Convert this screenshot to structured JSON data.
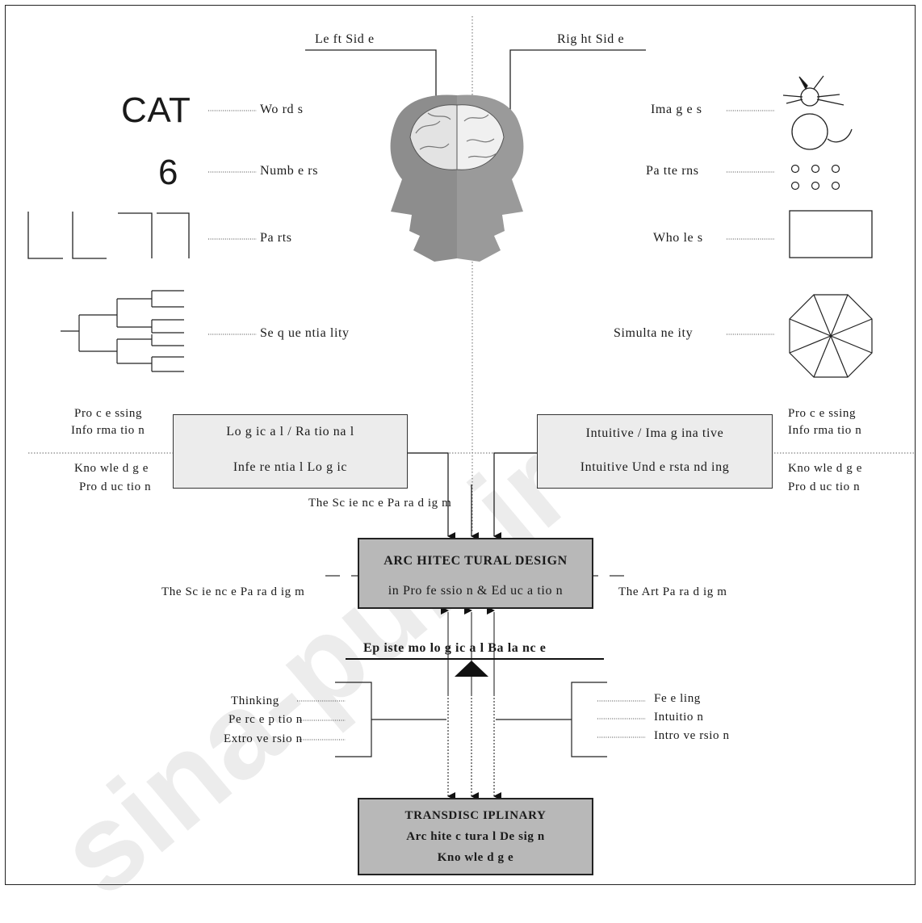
{
  "colors": {
    "box_light": "#ececec",
    "box_dark": "#b8b8b8",
    "head_gray": "#8a8a8a",
    "line": "#222222"
  },
  "watermark": {
    "text": "sina-pub.ir"
  },
  "hemispheres": {
    "left": "Le ft Sid e",
    "right": "Rig ht Sid e"
  },
  "left_column": {
    "words_symbol": "CAT",
    "words": "Wo rd s",
    "numbers_symbol": "6",
    "numbers": "Numb e rs",
    "parts": "Pa rts",
    "sequentiality": "Se q ue ntia lity"
  },
  "right_column": {
    "images": "Ima g e s",
    "patterns": "Pa tte rns",
    "wholes": "Who le s",
    "simultaneity": "Simulta ne ity"
  },
  "left_box": {
    "top": "Lo g ic a l / Ra tio na l",
    "bottom": "Infe re ntia l Lo g ic"
  },
  "right_box": {
    "top": "Intuitive / Ima g ina tive",
    "bottom": "Intuitive Und e rsta nd ing"
  },
  "side_labels": {
    "left_processing": [
      "Pro c e ssing",
      "Info rma tio n"
    ],
    "left_knowledge": [
      "Kno wle d g e",
      "Pro d uc tio n"
    ],
    "right_processing": [
      "Pro c e ssing",
      "Info rma tio n"
    ],
    "right_knowledge": [
      "Kno wle d g e",
      "Pro d uc tio n"
    ]
  },
  "science_paradigm_top": "The Sc ie nc e Pa ra d ig m",
  "science_paradigm_left": "The Sc ie nc e Pa ra d ig m",
  "art_paradigm": "The Art Pa ra d ig m",
  "arch_box": {
    "line1": "ARC HITEC TURAL DESIGN",
    "line2": "in Pro fe ssio n & Ed uc a tio n"
  },
  "balance": "Ep iste mo lo g ic a l Ba la nc e",
  "left_functions": [
    "Thinking",
    "Pe rc e p tio n",
    "Extro ve rsio n"
  ],
  "right_functions": [
    "Fe e ling",
    "Intuitio n",
    "Intro ve rsio n"
  ],
  "trans_box": {
    "line1": "TRANSDISC IPLINARY",
    "line2": "Arc hite c tura l De sig n",
    "line3": "Kno wle d g e"
  }
}
